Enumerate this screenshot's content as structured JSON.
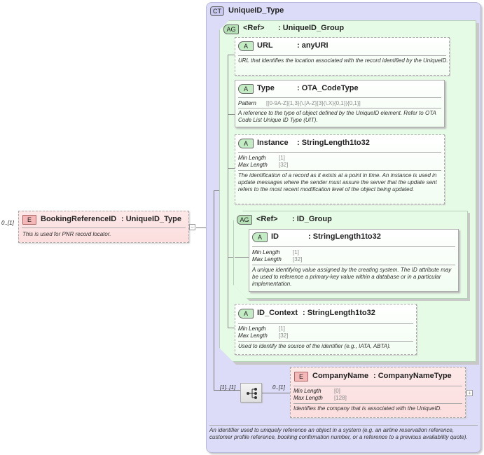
{
  "root_element": {
    "badge": "E",
    "multiplicity": "0..[1]",
    "name": "BookingReferenceID",
    "type": ": UniqueID_Type",
    "description": "This is used for PNR record locator.",
    "toggle": "−"
  },
  "complex_type": {
    "badge": "CT",
    "name": "UniqueID_Type",
    "description": "An identifier used to uniquely reference an object in a system (e.g. an airline reservation reference, customer profile reference, booking confirmation number, or a reference to a previous availability quote)."
  },
  "attribute_group": {
    "badge": "AG",
    "ref": "<Ref>",
    "type": ": UniqueID_Group",
    "attributes": [
      {
        "badge": "A",
        "name": "URL",
        "type": ": anyURI",
        "description": "URL that identifies the location associated with the record identified by the UniqueID."
      },
      {
        "badge": "A",
        "name": "Type",
        "type": ": OTA_CodeType",
        "pattern_label": "Pattern",
        "pattern_value": "[[0-9A-Z]{1,3}(\\.[A-Z]{3}(\\.X){0,1}){0,1}]",
        "description": "A reference to the type of object defined by the UniqueID element. Refer to OTA Code List Unique ID Type (UIT)."
      },
      {
        "badge": "A",
        "name": "Instance",
        "type": ": StringLength1to32",
        "min_length_label": "Min Length",
        "min_length": "[1]",
        "max_length_label": "Max Length",
        "max_length": "[32]",
        "description": "The identification of a record as it exists at a point in time. An instance is used in update messages where the sender must assure the server that the update sent refers to the most recent modification level of the object being updated."
      }
    ],
    "nested_group": {
      "badge": "AG",
      "ref": "<Ref>",
      "type": ": ID_Group",
      "attribute": {
        "badge": "A",
        "name": "ID",
        "type": ": StringLength1to32",
        "min_length_label": "Min Length",
        "min_length": "[1]",
        "max_length_label": "Max Length",
        "max_length": "[32]",
        "description": "A unique identifying value assigned by the creating system.  The ID attribute may be used to reference a primary-key value within a database or in a particular implementation."
      }
    },
    "id_context": {
      "badge": "A",
      "name": "ID_Context",
      "type": ": StringLength1to32",
      "min_length_label": "Min Length",
      "min_length": "[1]",
      "max_length_label": "Max Length",
      "max_length": "[32]",
      "description": "Used to identify the source of the identifier (e.g., IATA, ABTA)."
    }
  },
  "sequence": {
    "multiplicity": "[1]..[1]",
    "child_multiplicity": "0..[1]"
  },
  "company_name": {
    "badge": "E",
    "name": "CompanyName",
    "type": ": CompanyNameType",
    "min_length_label": "Min Length",
    "min_length": "[0]",
    "max_length_label": "Max Length",
    "max_length": "[128]",
    "description": "Identifies the company that is associated with the UniqueID.",
    "toggle": "+"
  }
}
